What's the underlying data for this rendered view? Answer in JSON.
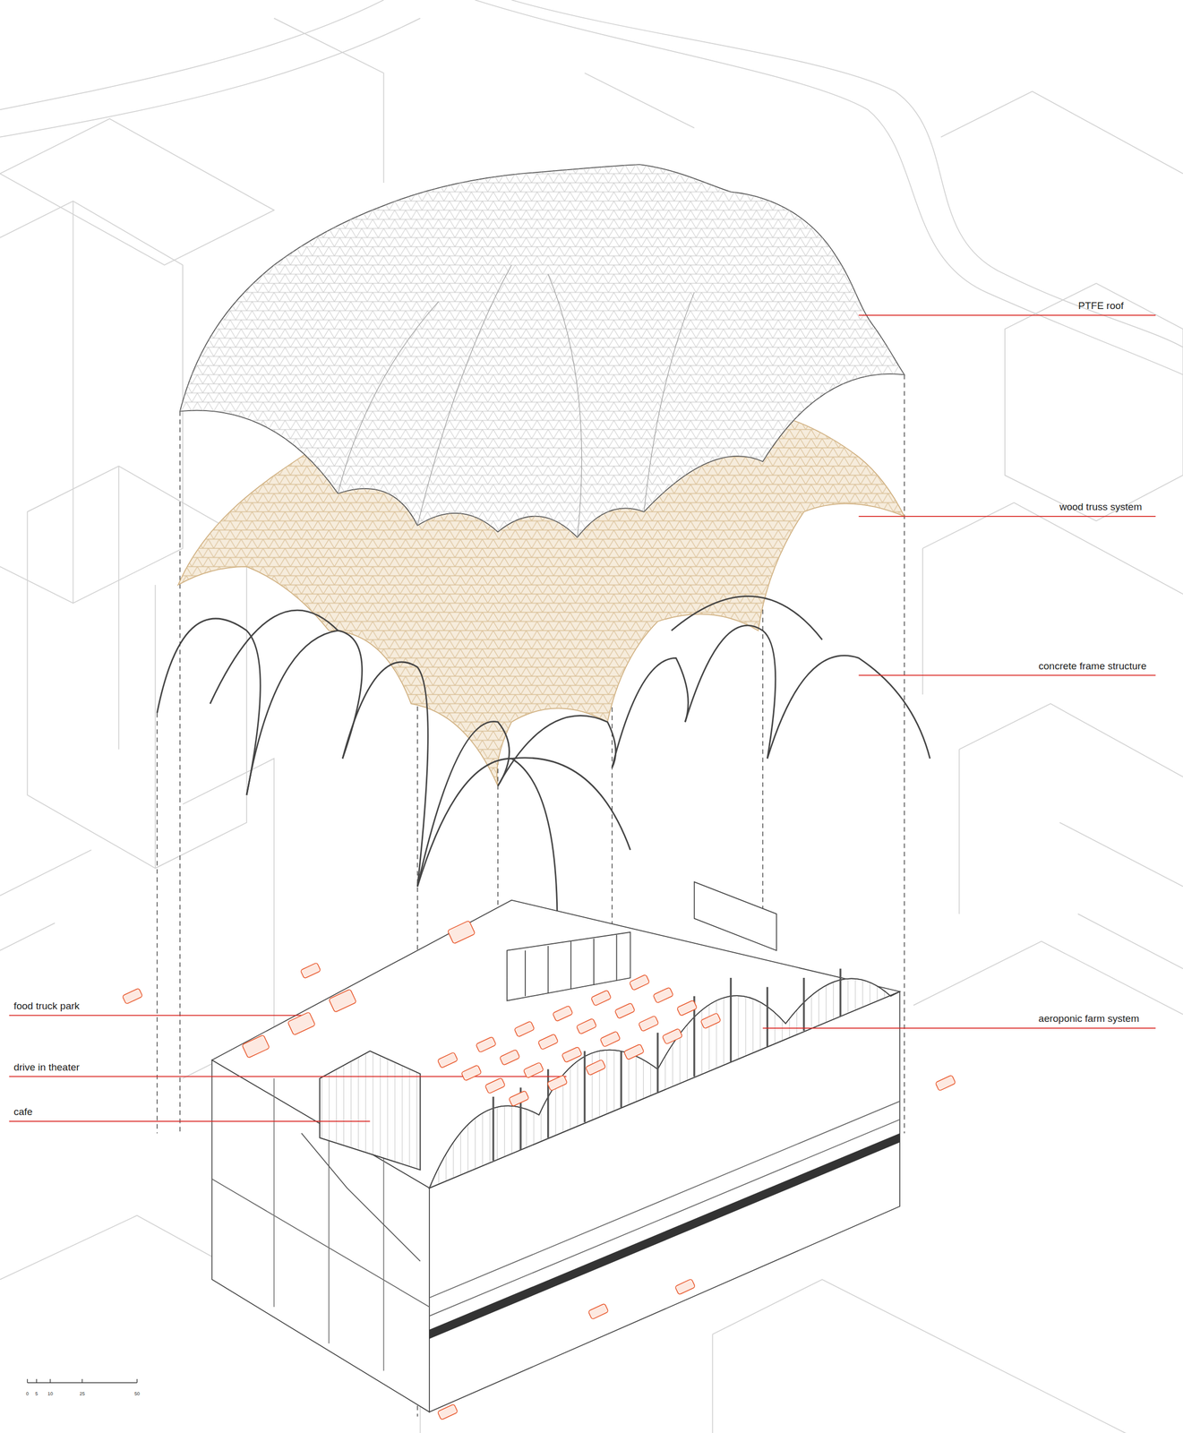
{
  "diagram": {
    "labels": [
      "PTFE roof",
      "wood truss system",
      "concrete frame structure",
      "food truck park",
      "aeroponic farm system",
      "drive in theater",
      "cafe",
      "0",
      "5",
      "10",
      "25",
      "50"
    ]
  }
}
